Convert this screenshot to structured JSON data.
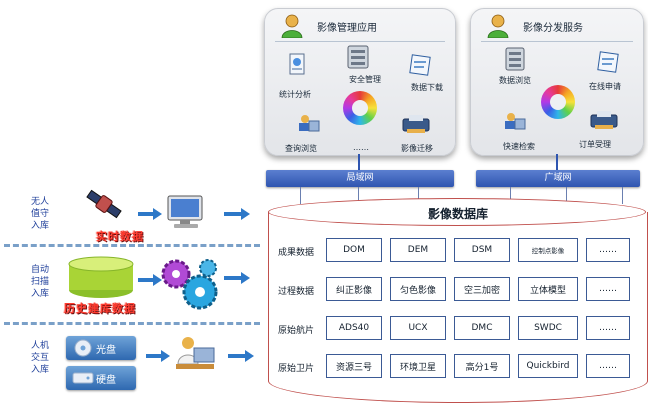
{
  "colors": {
    "panel_bg": "#e9ebee",
    "net_bar": "#3a63c0",
    "db_border": "#c0504d",
    "cell_border": "#3b5a95",
    "left_text": "#1f3f9a",
    "red_text": "#ff3b2f"
  },
  "apps": [
    {
      "title": "影像管理应用",
      "items": [
        "统计分析",
        "安全管理",
        "数据下载",
        "查询浏览",
        "……",
        "影像迁移"
      ]
    },
    {
      "title": "影像分发服务",
      "items": [
        "数据浏览",
        "在线申请",
        "快速检索",
        "订单受理"
      ]
    }
  ],
  "networks": [
    "局域网",
    "广域网"
  ],
  "database": {
    "title": "影像数据库",
    "rows": [
      {
        "label": "成果数据",
        "cells": [
          "DOM",
          "DEM",
          "DSM",
          "控制点影像",
          "……"
        ]
      },
      {
        "label": "过程数据",
        "cells": [
          "纠正影像",
          "匀色影像",
          "空三加密",
          "立体模型",
          "……"
        ]
      },
      {
        "label": "原始航片",
        "cells": [
          "ADS40",
          "UCX",
          "DMC",
          "SWDC",
          "……"
        ]
      },
      {
        "label": "原始卫片",
        "cells": [
          "资源三号",
          "环境卫星",
          "高分1号",
          "Quickbird",
          "……"
        ]
      }
    ]
  },
  "inputs": [
    {
      "label": [
        "无人",
        "值守",
        "入库"
      ],
      "caption": "实时数据"
    },
    {
      "label": [
        "自动",
        "扫描",
        "入库"
      ],
      "caption": "历史建库数据"
    },
    {
      "label": [
        "人机",
        "交互",
        "入库"
      ],
      "media": [
        "光盘",
        "硬盘"
      ]
    }
  ]
}
